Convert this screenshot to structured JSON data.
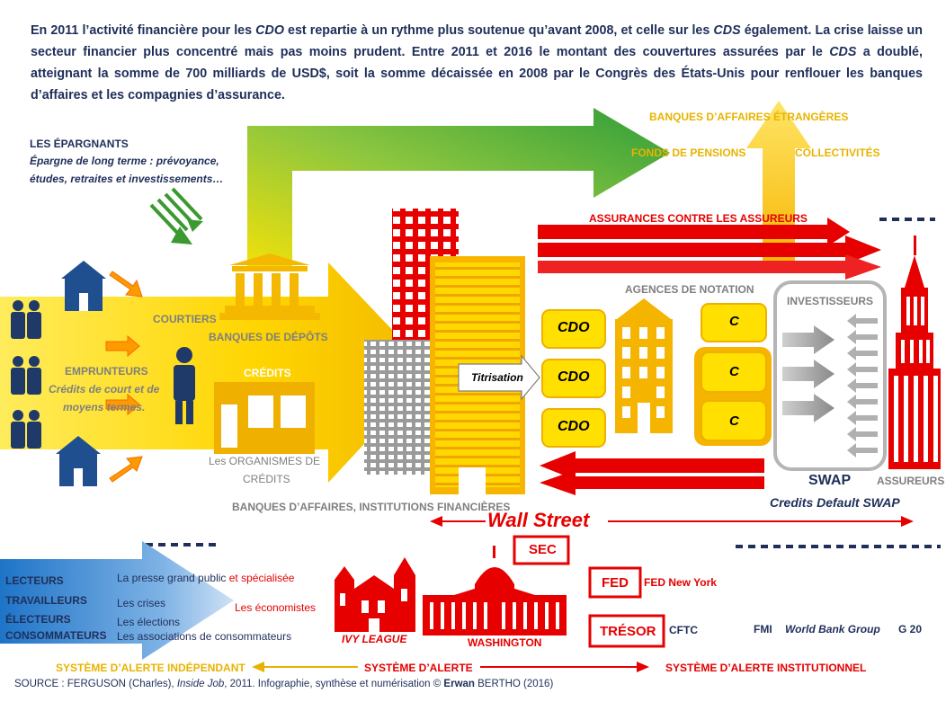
{
  "intro": {
    "p1": "En 2011 l’activité financière pour les ",
    "cdo1": "CDO",
    "p2": " est repartie à un rythme plus soutenue qu’avant 2008, et celle sur les ",
    "cds1": "CDS",
    "p3": " également. La crise laisse un secteur financier plus concentré mais pas moins prudent. Entre 2011 et 2016 le montant des couvertures assurées par le ",
    "cds2": "CDS",
    "p4": " a doublé, atteignant la somme de 700 milliards de USD$, soit la somme décaissée en 2008 par le Congrès des États-Unis pour renflouer les banques d’affaires et les compagnies d’assurance."
  },
  "labels": {
    "epargnants_title": "LES ÉPARGNANTS",
    "epargnants_desc1": "Épargne de long terme : prévoyance,",
    "epargnants_desc2": "études, retraites et investissements…",
    "banques_etrangeres": "BANQUES D’AFFAIRES ÉTRANGÈRES",
    "fonds_pensions": "FONDS DE PENSIONS",
    "collectivites": "COLLECTIVITÉS",
    "assurances": "ASSURANCES CONTRE LES ASSUREURS",
    "courtiers": "COURTIERS",
    "banques_depots": "BANQUES DE DÉPÔTS",
    "credits": "CRÉDITS",
    "emprunteurs": "EMPRUNTEURS",
    "emprunteurs_desc1": "Crédits de court et de",
    "emprunteurs_desc2": "moyens termes.",
    "organismes1": "Les ORGANISMES DE",
    "organismes2": "CRÉDITS",
    "banques_affaires": "BANQUES D’AFFAIRES, INSTITUTIONS FINANCIÈRES",
    "titrisation": "Titrisation",
    "cdo": "CDO",
    "agences": "AGENCES DE NOTATION",
    "c": "C",
    "investisseurs": "INVESTISSEURS",
    "swap": "SWAP",
    "assureurs": "ASSUREURS",
    "credits_default_swap": "Credits Default SWAP",
    "wall_street": "Wall Street",
    "sec": "SEC",
    "fed": "FED",
    "fed_ny": "FED New York",
    "tresor": "TRÉSOR",
    "cftc": "CFTC",
    "fmi": "FMI",
    "world_bank": "World Bank Group",
    "g20": "G 20",
    "ivy_league": "IVY LEAGUE",
    "washington": "WASHINGTON",
    "lecteurs": "LECTEURS",
    "travailleurs": "TRAVAILLEURS",
    "electeurs": "ÉLECTEURS",
    "consommateurs": "CONSOMMATEURS",
    "presse": "La presse grand public ",
    "presse_spec": "et spécialisée",
    "crises": "Les crises",
    "elections": "Les élections",
    "associations": "Les associations de consommateurs",
    "economistes": "Les économistes",
    "alerte_independant": "SYSTÈME D’ALERTE INDÉPENDANT",
    "alerte": "SYSTÈME D’ALERTE",
    "alerte_institutionnel": "SYSTÈME D’ALERTE INSTITUTIONNEL"
  },
  "source": {
    "prefix": "SOURCE : FERGUSON (Charles), ",
    "title": "Inside Job",
    "middle": ", 2011. Infographie, synthèse et numérisation © ",
    "author_bold": "Erwan",
    "author_rest": " BERTHO (2016)"
  },
  "colors": {
    "navy": "#1f2f5a",
    "red": "#e60000",
    "yellow": "#ffd500",
    "gold": "#e8b300",
    "green": "#6ab42d",
    "gray": "#7f7f7f",
    "blue": "#1e74c8"
  }
}
